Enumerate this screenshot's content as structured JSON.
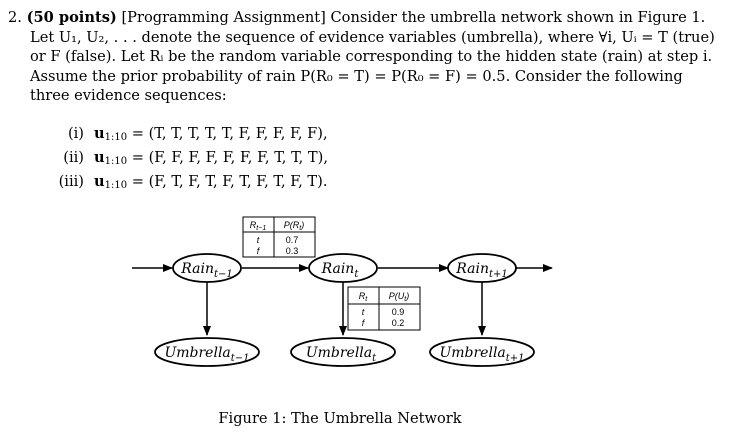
{
  "problem": {
    "number": "2.",
    "points": "(50 points)",
    "tag": "[Programming Assignment]",
    "lines": [
      "Consider the umbrella network shown in Figure 1.",
      "Let U₁, U₂, . . . denote the sequence of evidence variables (umbrella), where ∀i, Uᵢ = T (true)",
      "or F (false). Let Rᵢ be the random variable corresponding to the hidden state (rain) at step i.",
      "Assume the prior probability of rain P(R₀ = T) = P(R₀ = F) = 0.5. Consider the following",
      "three evidence sequences:"
    ]
  },
  "sequences": [
    {
      "label": "(i)",
      "var": "u",
      "sub": "1:10",
      "value": "= (T, T, T, T, T, F, F, F, F, F),"
    },
    {
      "label": "(ii)",
      "var": "u",
      "sub": "1:10",
      "value": "= (F, F, F, F, F, F, F, T, T, T),"
    },
    {
      "label": "(iii)",
      "var": "u",
      "sub": "1:10",
      "value": "= (F, T, F, T, F, T, F, T, F, T)."
    }
  ],
  "diagram": {
    "nodes": {
      "rain_prev": "Rain",
      "rain_prev_sub": "t−1",
      "rain_cur": "Rain",
      "rain_cur_sub": "t",
      "rain_next": "Rain",
      "rain_next_sub": "t+1",
      "umb_prev": "Umbrella",
      "umb_prev_sub": "t−1",
      "umb_cur": "Umbrella",
      "umb_cur_sub": "t",
      "umb_next": "Umbrella",
      "umb_next_sub": "t+1"
    },
    "transition_table": {
      "header_left": "R",
      "header_left_sub": "t−1",
      "header_right": "P(R",
      "header_right_sub": "t",
      "header_right_end": ")",
      "rows": [
        {
          "state": "t",
          "prob": "0.7"
        },
        {
          "state": "f",
          "prob": "0.3"
        }
      ]
    },
    "sensor_table": {
      "header_left": "R",
      "header_left_sub": "t",
      "header_right": "P(U",
      "header_right_sub": "t",
      "header_right_end": ")",
      "rows": [
        {
          "state": "t",
          "prob": "0.9"
        },
        {
          "state": "f",
          "prob": "0.2"
        }
      ]
    }
  },
  "caption": "Figure 1: The Umbrella Network"
}
